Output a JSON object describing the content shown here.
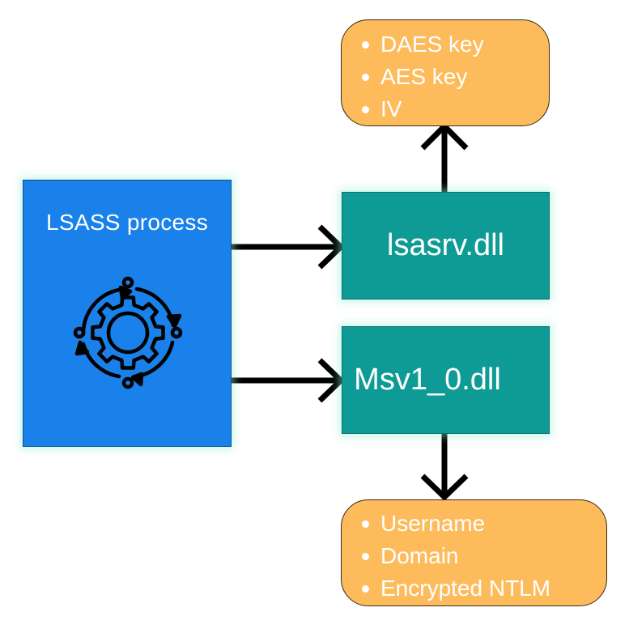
{
  "process": {
    "title": "LSASS process",
    "icon": "gear-cycle-icon",
    "color": "#1a80ea"
  },
  "modules": {
    "lsasrv": "lsasrv.dll",
    "msv": "Msv1_0.dll",
    "color": "#0f9b95"
  },
  "lsasrv_outputs": [
    "DAES key",
    "AES key",
    "IV"
  ],
  "msv_outputs": [
    "Username",
    "Domain",
    "Encrypted NTLM"
  ],
  "note_color": "#fdbb5c"
}
